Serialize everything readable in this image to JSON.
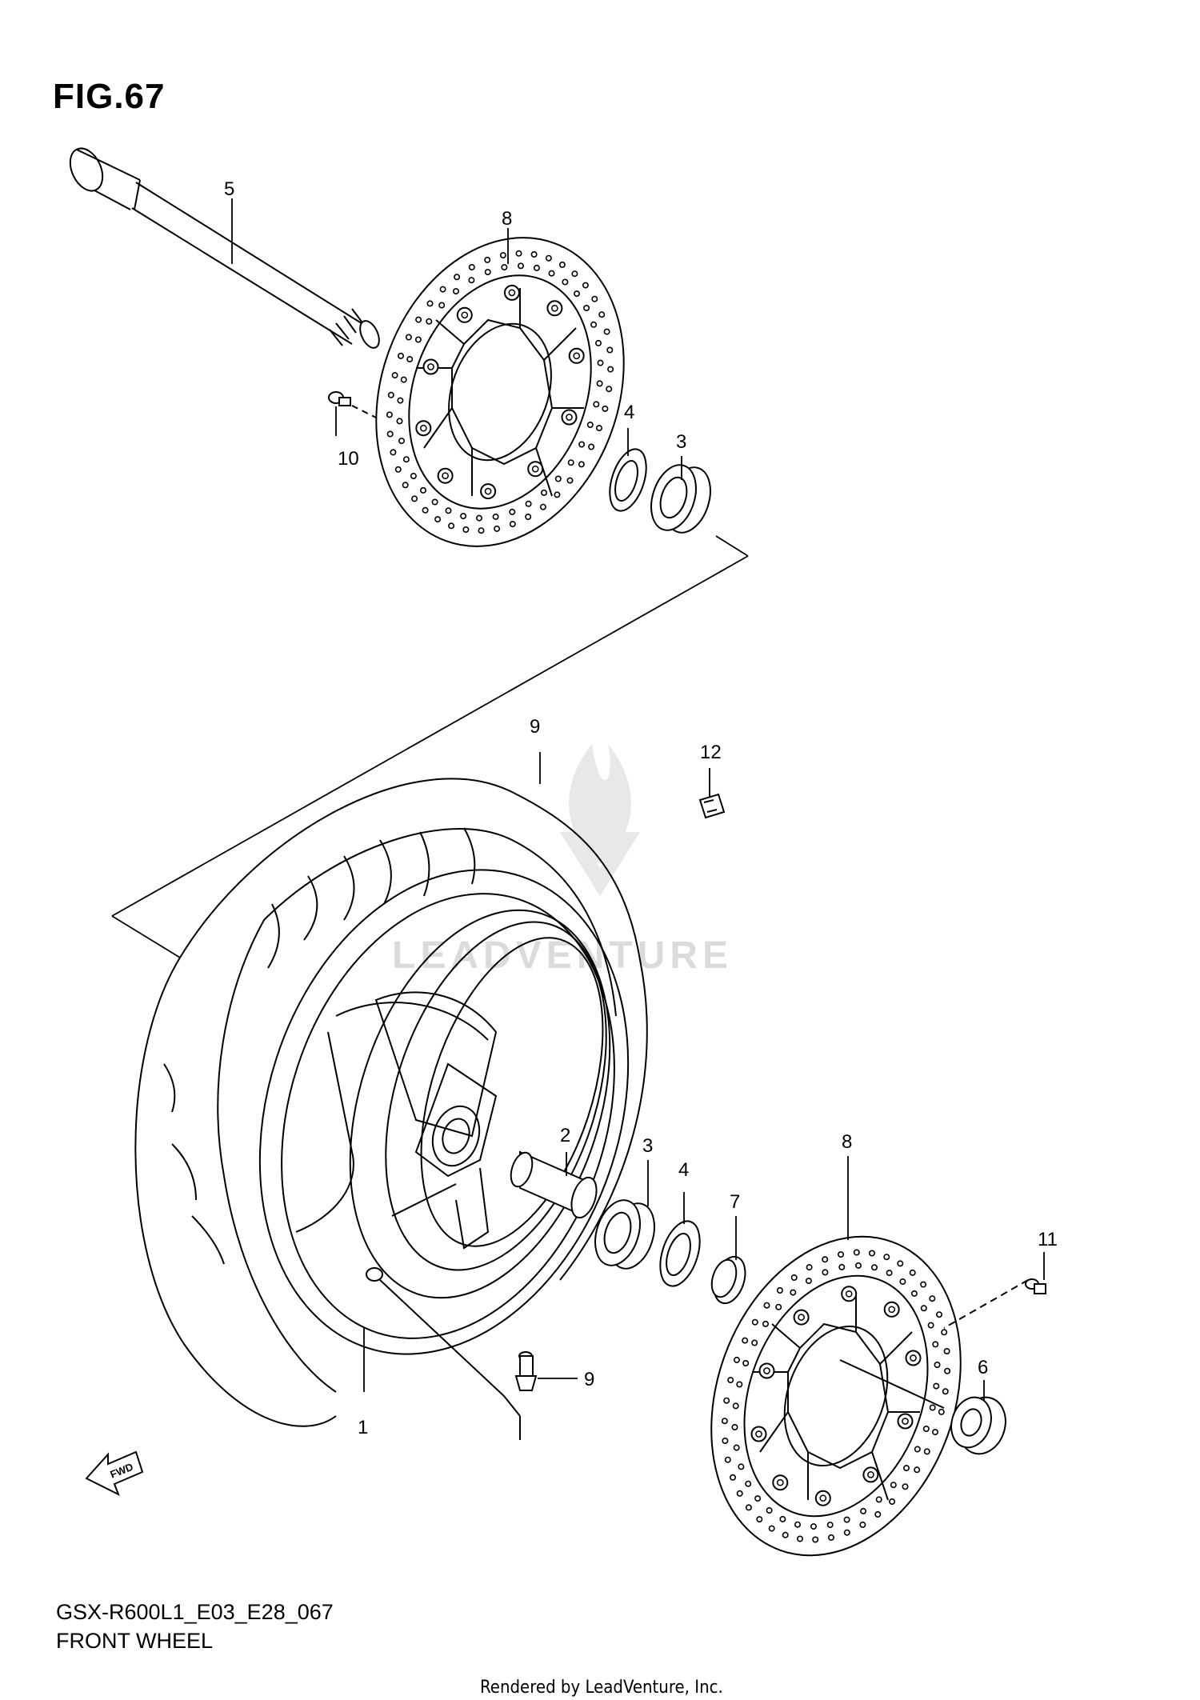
{
  "figure": {
    "title": "FIG.67",
    "model_code": "GSX-R600L1_E03_E28_067",
    "section_name": "FRONT WHEEL"
  },
  "footer": {
    "credit": "Rendered by LeadVenture, Inc."
  },
  "watermark": {
    "text": "LEADVENTURE"
  },
  "fwd_badge": {
    "label": "FWD"
  },
  "callouts": [
    {
      "id": "c1",
      "label": "1"
    },
    {
      "id": "c2",
      "label": "2"
    },
    {
      "id": "c3a",
      "label": "3"
    },
    {
      "id": "c3b",
      "label": "3"
    },
    {
      "id": "c4a",
      "label": "4"
    },
    {
      "id": "c4b",
      "label": "4"
    },
    {
      "id": "c5",
      "label": "5"
    },
    {
      "id": "c6",
      "label": "6"
    },
    {
      "id": "c7",
      "label": "7"
    },
    {
      "id": "c8a",
      "label": "8"
    },
    {
      "id": "c8b",
      "label": "8"
    },
    {
      "id": "c9a",
      "label": "9"
    },
    {
      "id": "c9b",
      "label": "9"
    },
    {
      "id": "c10",
      "label": "10"
    },
    {
      "id": "c11",
      "label": "11"
    },
    {
      "id": "c12",
      "label": "12"
    }
  ]
}
